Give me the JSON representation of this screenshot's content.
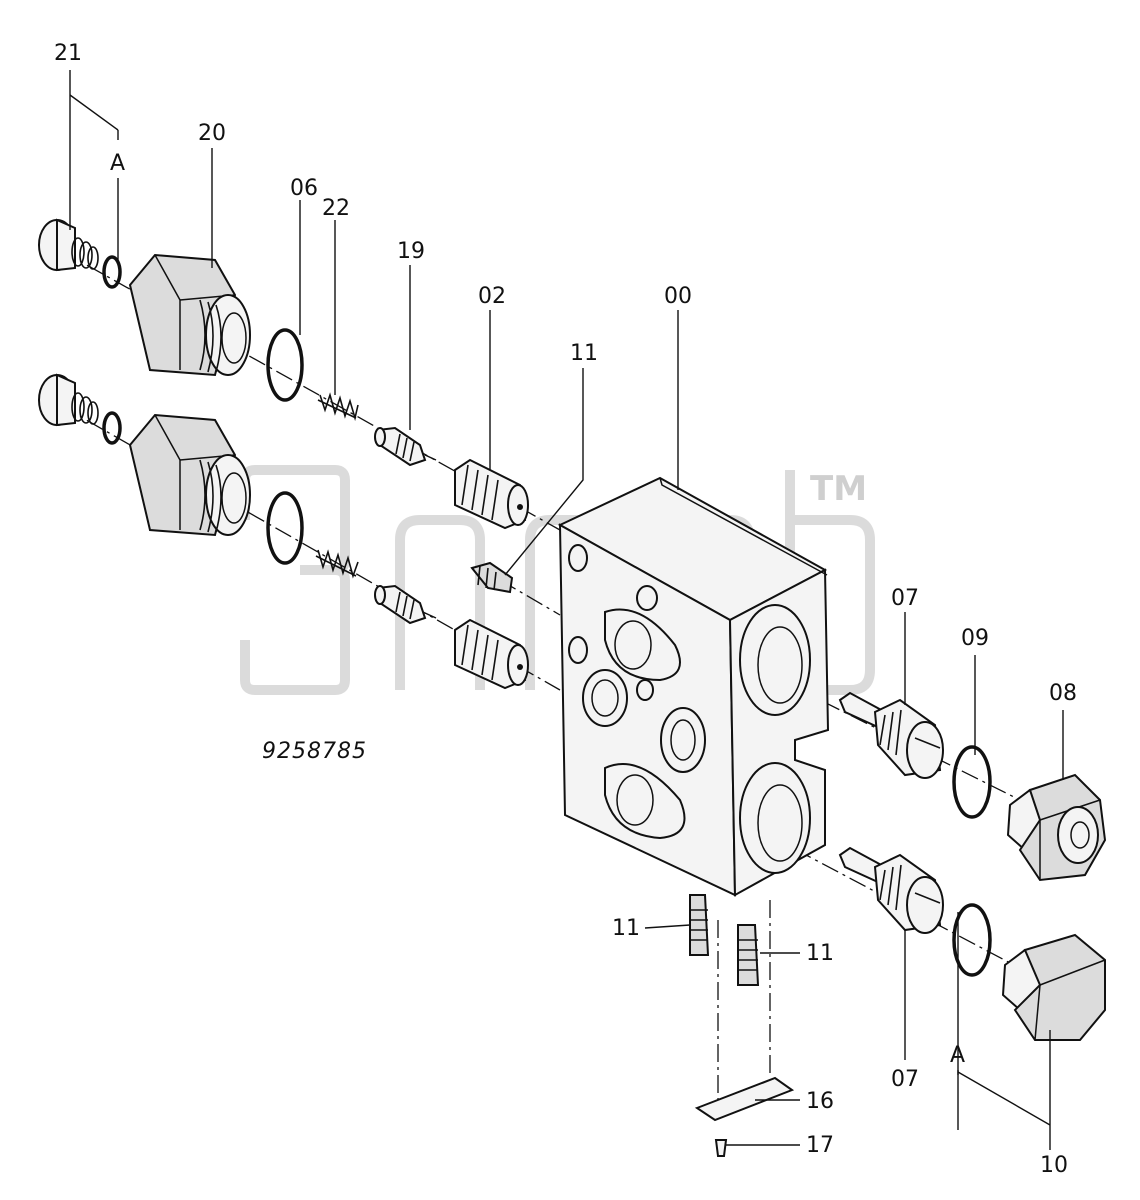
{
  "diagram": {
    "drawing_number": "9258785",
    "watermark_mark": "TM",
    "labels": {
      "p21": "21",
      "a_top": "A",
      "p20": "20",
      "p06": "06",
      "p22": "22",
      "p19": "19",
      "p02": "02",
      "p11_top": "11",
      "p00": "00",
      "p07_top": "07",
      "p09": "09",
      "p08": "08",
      "p11_left": "11",
      "p11_right": "11",
      "p07_bottom": "07",
      "a_bottom": "A",
      "p16": "16",
      "p17": "17",
      "p10": "10"
    }
  }
}
